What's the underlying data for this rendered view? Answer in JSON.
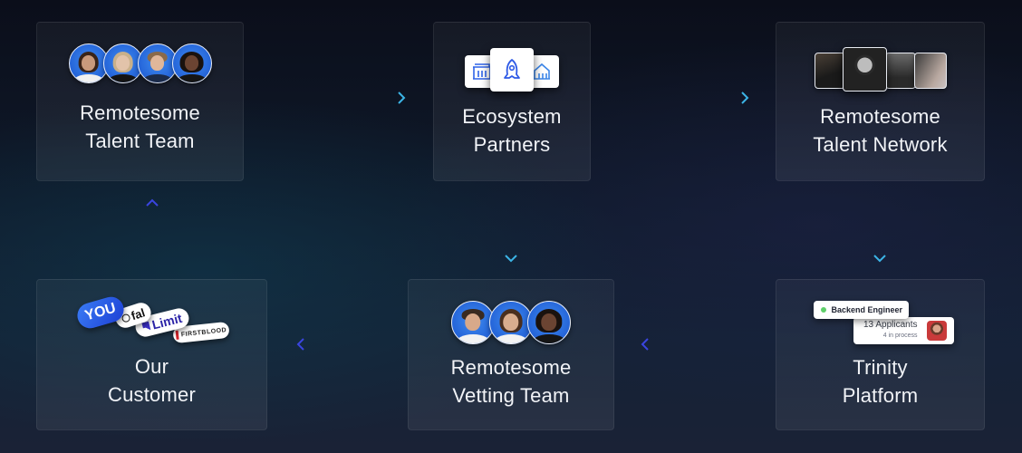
{
  "diagram": {
    "nodes": [
      {
        "id": "talent-team",
        "title_lines": [
          "Remotesome",
          "Talent Team"
        ],
        "visual": "avatar-group",
        "avatar_count": 4
      },
      {
        "id": "ecosystem-partners",
        "title_lines": [
          "Ecosystem",
          "Partners"
        ],
        "visual": "partner-icons",
        "icons": [
          "bank-icon",
          "rocket-icon",
          "house-icon"
        ]
      },
      {
        "id": "talent-network",
        "title_lines": [
          "Remotesome",
          "Talent Network"
        ],
        "visual": "photo-stack",
        "photo_count": 4
      },
      {
        "id": "our-customer",
        "title_lines": [
          "Our",
          "Customer"
        ],
        "visual": "customer-logos",
        "logos": [
          {
            "name": "you",
            "label": "YOU"
          },
          {
            "name": "fal",
            "label": "fal"
          },
          {
            "name": "limit",
            "label": "Limit"
          },
          {
            "name": "firstblood",
            "label": "FIRSTBLOOD"
          }
        ]
      },
      {
        "id": "vetting-team",
        "title_lines": [
          "Remotesome",
          "Vetting Team"
        ],
        "visual": "avatar-group",
        "avatar_count": 3
      },
      {
        "id": "trinity-platform",
        "title_lines": [
          "Trinity",
          "Platform"
        ],
        "visual": "job-card",
        "job_card": {
          "role": "Backend Engineer",
          "status_color": "#5fcf6a",
          "applicants": "13 Applicants",
          "in_process": "4 in process"
        }
      }
    ],
    "edges": [
      {
        "from": "talent-team",
        "to": "ecosystem-partners",
        "direction": "right"
      },
      {
        "from": "ecosystem-partners",
        "to": "talent-network",
        "direction": "right"
      },
      {
        "from": "ecosystem-partners",
        "to": "vetting-team",
        "direction": "down"
      },
      {
        "from": "talent-network",
        "to": "trinity-platform",
        "direction": "down"
      },
      {
        "from": "trinity-platform",
        "to": "vetting-team",
        "direction": "left"
      },
      {
        "from": "vetting-team",
        "to": "our-customer",
        "direction": "left"
      },
      {
        "from": "our-customer",
        "to": "talent-team",
        "direction": "up"
      }
    ],
    "colors": {
      "arrow_start": "#2f3fd6",
      "arrow_end": "#3cb4e6",
      "accent_blue": "#2f63e8",
      "text": "#f1f3f7"
    }
  }
}
